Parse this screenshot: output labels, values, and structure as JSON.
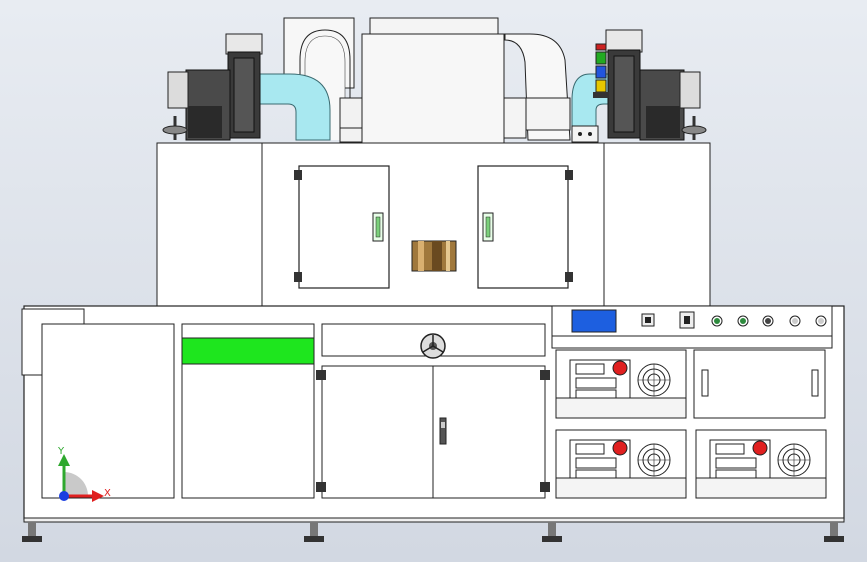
{
  "view": "Front",
  "triad": {
    "y_label": "Y",
    "x_label": "X"
  },
  "control_panel": {
    "display_color": "#1d5fe0",
    "indicator_colors": [
      "#2e8b3e",
      "#2e8b3e",
      "#444444",
      "#cccccc",
      "#cccccc"
    ]
  },
  "status_bar": {
    "color": "#1ee61e"
  },
  "signal_tower": {
    "lights": [
      "#cc2222",
      "#22aa22",
      "#2255dd",
      "#e6c800"
    ]
  },
  "duct_color": "#a8e8f0",
  "power_supply_units": 3
}
